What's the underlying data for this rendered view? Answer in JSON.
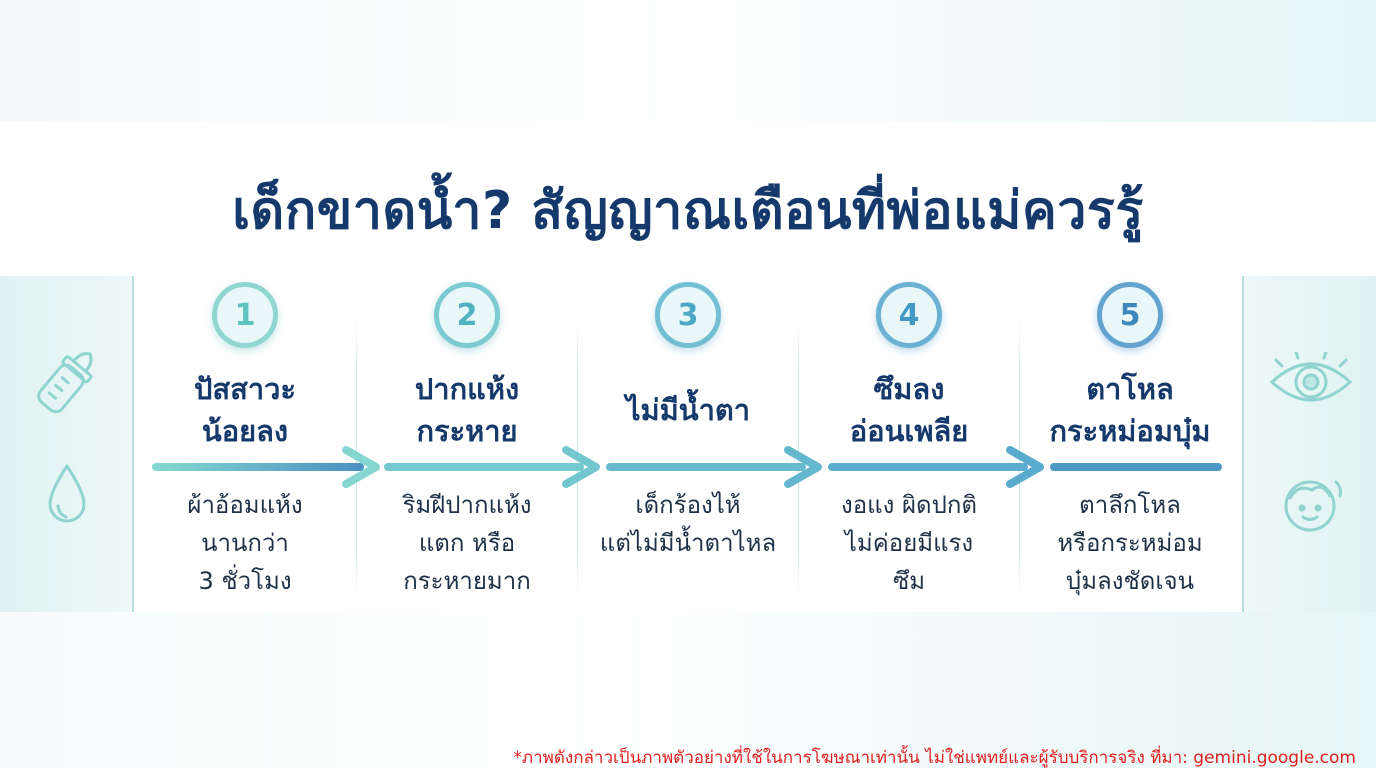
{
  "title": "เด็กขาดน้ำ? สัญญาณเตือนที่พ่อแม่ควรรู้",
  "colors": {
    "title": "#15396b",
    "step_1": "#7fd3cf",
    "step_2": "#6cc3cd",
    "step_3": "#62b6cf",
    "step_4": "#5aa9cf",
    "step_5": "#4e98c6",
    "footnote": "#e02020"
  },
  "steps": [
    {
      "number": "1",
      "title": "ปัสสาวะ\nน้อยลง",
      "description": "ผ้าอ้อมแห้ง\nนานกว่า\n3 ชั่วโมง"
    },
    {
      "number": "2",
      "title": "ปากแห้ง\nกระหาย",
      "description": "ริมฝีปากแห้ง\nแตก หรือ\nกระหายมาก"
    },
    {
      "number": "3",
      "title": "ไม่มีน้ำตา",
      "description": "เด็กร้องไห้\nแต่ไม่มีน้ำตาไหล"
    },
    {
      "number": "4",
      "title": "ซึมลง\nอ่อนเพลีย",
      "description": "งอแง ผิดปกติ\nไม่ค่อยมีแรง\nซึม"
    },
    {
      "number": "5",
      "title": "ตาโหล\nกระหม่อมบุ๋ม",
      "description": "ตาลึกโหล\nหรือกระหม่อม\nบุ๋มลงชัดเจน"
    }
  ],
  "side_icons": {
    "left": [
      "baby-bottle-icon",
      "water-drop-icon"
    ],
    "right": [
      "eye-icon",
      "baby-face-icon"
    ]
  },
  "footnote": "*ภาพดังกล่าวเป็นภาพตัวอย่างที่ใช้ในการโฆษณาเท่านั้น ไม่ใช่แพทย์และผู้รับบริการจริง ที่มา: gemini.google.com"
}
